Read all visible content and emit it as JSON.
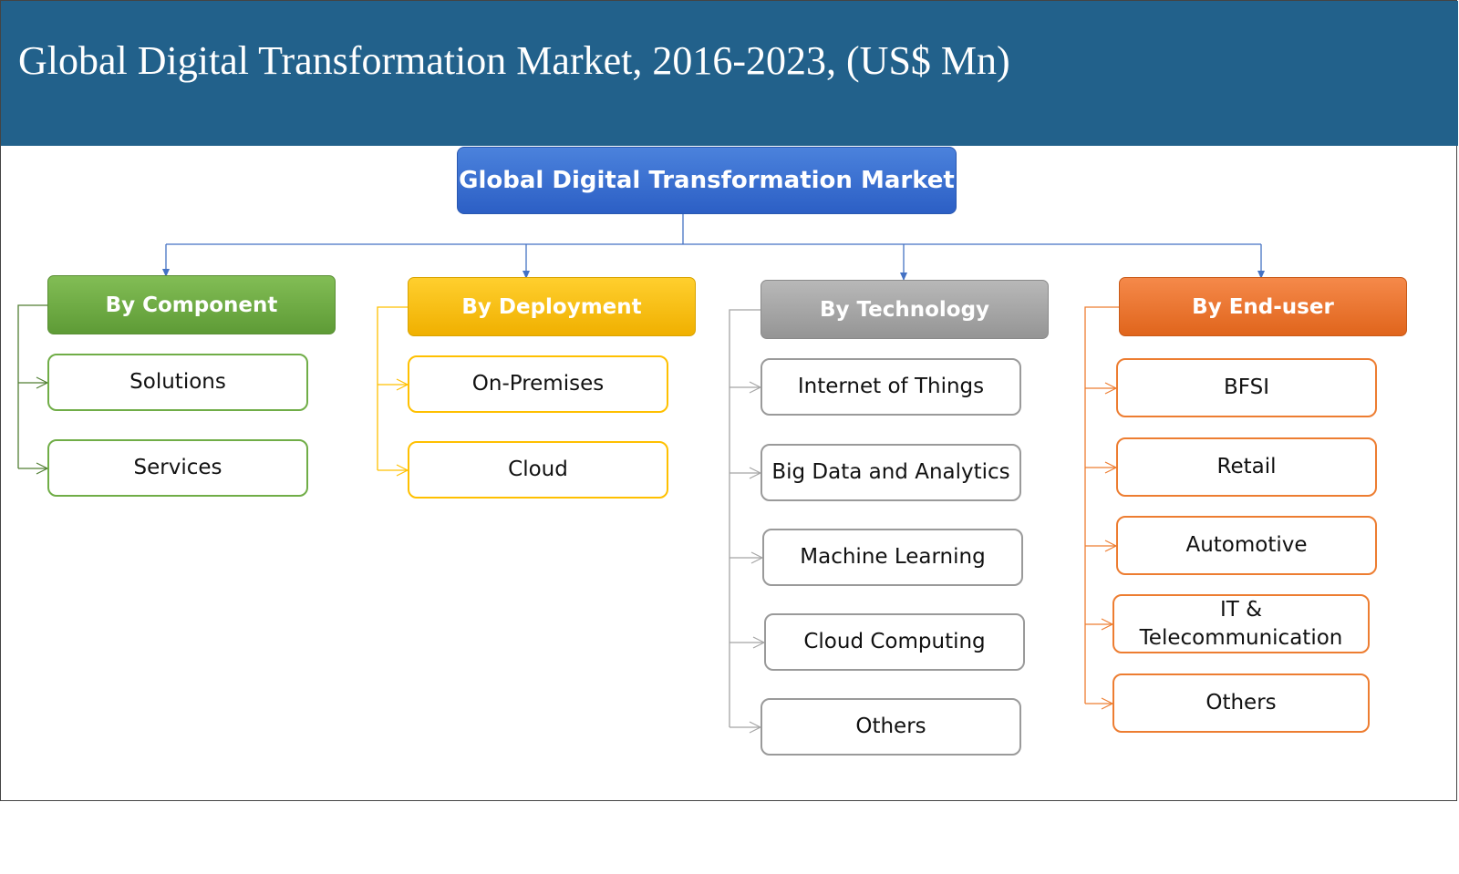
{
  "header": {
    "title": "Global Digital Transformation Market, 2016-2023, (US$ Mn)"
  },
  "root": {
    "label": "Global Digital Transformation Market"
  },
  "categories": [
    {
      "label": "By Component",
      "color": "#70ad47",
      "items": [
        "Solutions",
        "Services"
      ]
    },
    {
      "label": "By Deployment",
      "color": "#ffc000",
      "items": [
        "On-Premises",
        "Cloud"
      ]
    },
    {
      "label": "By Technology",
      "color": "#a5a5a5",
      "items": [
        "Internet of Things",
        "Big Data and Analytics",
        "Machine Learning",
        "Cloud Computing",
        "Others"
      ]
    },
    {
      "label": "By End-user",
      "color": "#ed7d31",
      "items": [
        "BFSI",
        "Retail",
        "Automotive",
        "IT & Telecommunication",
        "Others"
      ]
    }
  ],
  "colors": {
    "banner": "#22618b",
    "root": "#3a6fd6",
    "connector": "#4472c4"
  }
}
